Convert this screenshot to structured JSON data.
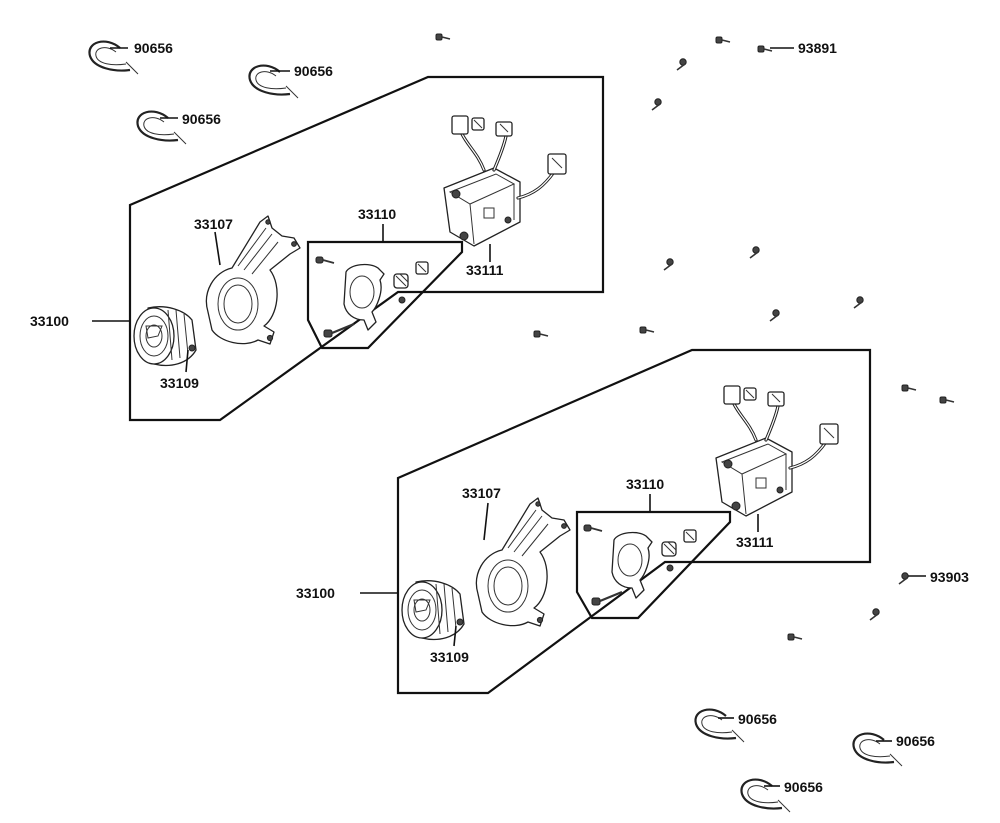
{
  "diagram": {
    "labels": {
      "clip_a": "90656",
      "clip_b": "90656",
      "clip_c": "90656",
      "screw_top": "93891",
      "assembly_upper": "33100",
      "bracket_upper": "33107",
      "kit_upper": "33110",
      "module_upper": "33111",
      "lamp_upper": "33109",
      "assembly_lower": "33100",
      "bracket_lower": "33107",
      "kit_lower": "33110",
      "module_lower": "33111",
      "lamp_lower": "33109",
      "screw_right": "93903",
      "clip_d": "90656",
      "clip_e": "90656",
      "clip_f": "90656"
    },
    "colors": {
      "line": "#111111",
      "background": "#ffffff"
    }
  }
}
